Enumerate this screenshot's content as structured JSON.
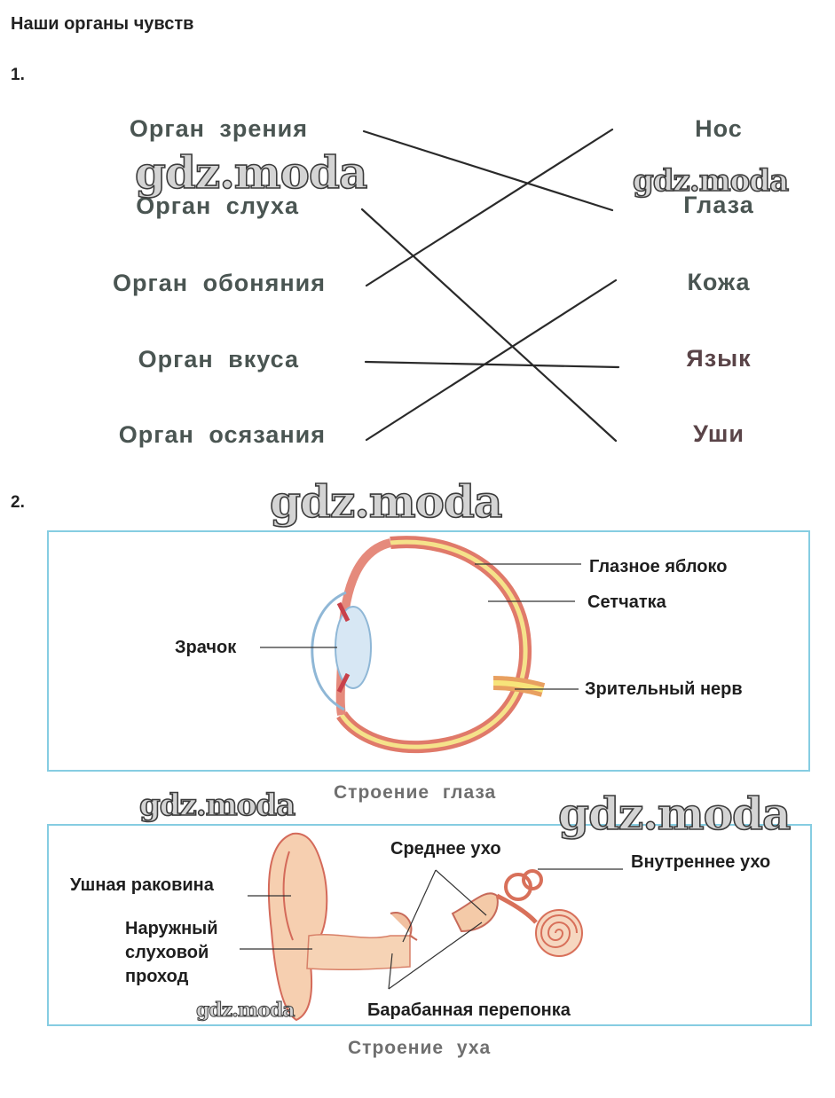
{
  "page": {
    "title": "Наши органы чувств",
    "task1_number": "1.",
    "task2_number": "2."
  },
  "matching": {
    "left": [
      "Орган  зрения",
      "Орган  слуха",
      "Орган  обоняния",
      "Орган  вкуса",
      "Орган  осязания"
    ],
    "right": [
      "Нос",
      "Глаза",
      "Кожа",
      "Язык",
      "Уши"
    ],
    "connections": [
      [
        0,
        1
      ],
      [
        1,
        4
      ],
      [
        2,
        0
      ],
      [
        3,
        3
      ],
      [
        4,
        2
      ]
    ]
  },
  "eye": {
    "labels": {
      "eyeball": "Глазное яблоко",
      "retina": "Сетчатка",
      "pupil": "Зрачок",
      "optic_nerve": "Зрительный нерв"
    },
    "caption": "Строение  глаза"
  },
  "ear": {
    "labels": {
      "middle": "Среднее ухо",
      "inner": "Внутреннее ухо",
      "auricle": "Ушная раковина",
      "canal_1": "Наружный",
      "canal_2": "слуховой",
      "canal_3": "проход",
      "eardrum": "Барабанная перепонка"
    },
    "caption": "Строение  уха"
  },
  "watermark": "gdz.moda",
  "colors": {
    "panel_border": "#86cde2",
    "label_gray": "#4a5552",
    "eye_red": "#d94a4a",
    "eye_yellow": "#f7e47a",
    "ear_skin": "#f2c6a6",
    "ear_red": "#d46a5a"
  }
}
